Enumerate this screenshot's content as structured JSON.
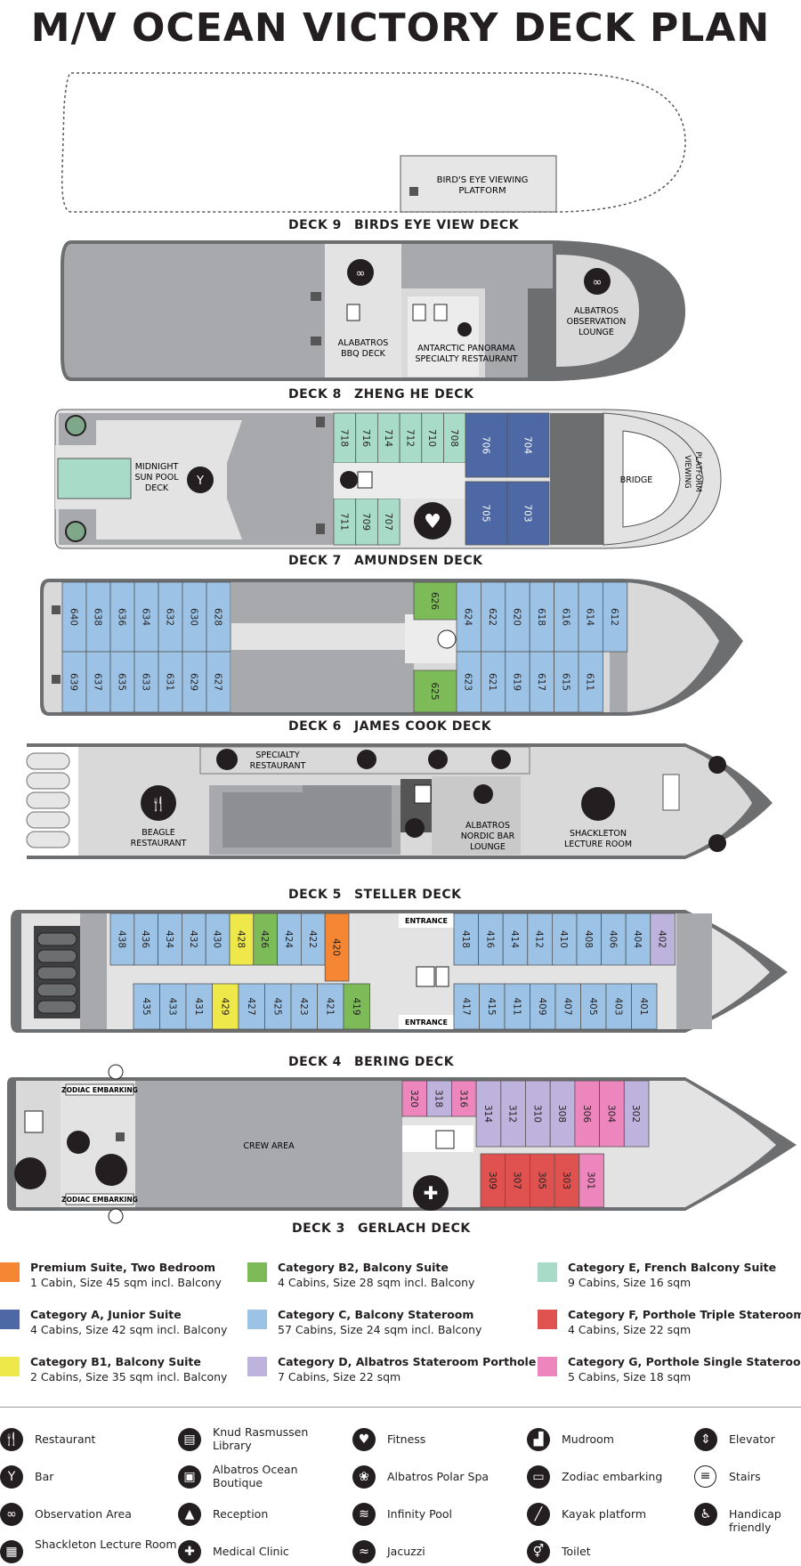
{
  "title": "M/V OCEAN VICTORY DECK PLAN",
  "decks": [
    {
      "num": "DECK 9",
      "name": "BIRDS EYE VIEW DECK"
    },
    {
      "num": "DECK 8",
      "name": "ZHENG HE DECK"
    },
    {
      "num": "DECK 7",
      "name": "AMUNDSEN DECK"
    },
    {
      "num": "DECK 6",
      "name": "JAMES COOK DECK"
    },
    {
      "num": "DECK 5",
      "name": "STELLER DECK"
    },
    {
      "num": "DECK 4",
      "name": "BERING DECK"
    },
    {
      "num": "DECK 3",
      "name": "GERLACH DECK"
    }
  ],
  "labels": {
    "birds_eye_1": "BIRD'S EYE VIEWING",
    "birds_eye_2": "PLATFORM",
    "bbq_1": "ALABATROS",
    "bbq_2": "BBQ DECK",
    "panorama_1": "ANTARCTIC PANORAMA",
    "panorama_2": "SPECIALTY RESTAURANT",
    "obs_1": "ALBATROS",
    "obs_2": "OBSERVATION",
    "obs_3": "LOUNGE",
    "pool_1": "MIDNIGHT",
    "pool_2": "SUN POOL",
    "pool_3": "DECK",
    "bridge": "BRIDGE",
    "viewing_1": "VIEWING",
    "viewing_2": "PLATFORM",
    "specialty_1": "SPECIALTY",
    "specialty_2": "RESTAURANT",
    "beagle_1": "BEAGLE",
    "beagle_2": "RESTAURANT",
    "nordic_1": "ALBATROS",
    "nordic_2": "NORDIC BAR",
    "nordic_3": "LOUNGE",
    "lecture_1": "SHACKLETON",
    "lecture_2": "LECTURE ROOM",
    "entrance": "ENTRANCE",
    "zodiac": "ZODIAC EMBARKING",
    "crew": "CREW AREA"
  },
  "cabins": {
    "d7_top": [
      "718",
      "716",
      "714",
      "712",
      "710",
      "708"
    ],
    "d7_bottom": [
      "711",
      "709",
      "707"
    ],
    "d7_suites_top": [
      "706",
      "704"
    ],
    "d7_suites_bottom": [
      "705",
      "703"
    ],
    "d6_aft_top": [
      "640",
      "638",
      "636",
      "634",
      "632",
      "630",
      "628"
    ],
    "d6_aft_bottom": [
      "639",
      "637",
      "635",
      "633",
      "631",
      "629",
      "627"
    ],
    "d6_mid_top": "626",
    "d6_mid_bottom": "625",
    "d6_fwd_top": [
      "624",
      "622",
      "620",
      "618",
      "616",
      "614",
      "612"
    ],
    "d6_fwd_bottom": [
      "623",
      "621",
      "619",
      "617",
      "615",
      "611"
    ],
    "d4_aft_top": [
      "438",
      "436",
      "434",
      "432",
      "430",
      "428",
      "426",
      "424",
      "422",
      "420"
    ],
    "d4_fwd_top": [
      "418",
      "416",
      "414",
      "412",
      "410",
      "408",
      "406",
      "404",
      "402"
    ],
    "d4_aft_bottom": [
      "435",
      "433",
      "431",
      "429",
      "427",
      "425",
      "423",
      "421",
      "419"
    ],
    "d4_fwd_bottom": [
      "417",
      "415",
      "411",
      "409",
      "407",
      "405",
      "403",
      "401"
    ],
    "d3_top": [
      "320",
      "318",
      "316",
      "314",
      "312",
      "310",
      "308",
      "306",
      "304",
      "302"
    ],
    "d3_bottom": [
      "309",
      "307",
      "305",
      "303",
      "301"
    ]
  },
  "legend": [
    {
      "title": "Premium Suite, Two Bedroom",
      "sub": "1 Cabin, Size 45 sqm incl. Balcony",
      "color": "#f58634"
    },
    {
      "title": "Category B2, Balcony Suite",
      "sub": "4 Cabins, Size 28 sqm incl. Balcony",
      "color": "#7dbb58"
    },
    {
      "title": "Category E, French Balcony Suite",
      "sub": "9 Cabins, Size 16 sqm",
      "color": "#a9dcc8"
    },
    {
      "title": "Category A, Junior Suite",
      "sub": "4 Cabins, Size 42 sqm incl. Balcony",
      "color": "#4d68a4"
    },
    {
      "title": "Category C, Balcony Stateroom",
      "sub": "57 Cabins, Size 24 sqm incl. Balcony",
      "color": "#9cc3e6"
    },
    {
      "title": "Category F,  Porthole Triple Stateroom",
      "sub": "4 Cabins, Size 22 sqm",
      "color": "#e0524f"
    },
    {
      "title": "Category B1, Balcony Suite",
      "sub": "2 Cabins, Size 35 sqm incl. Balcony",
      "color": "#eee84a"
    },
    {
      "title": "Category D, Albatros Stateroom Porthole",
      "sub": "7 Cabins, Size 22 sqm",
      "color": "#bdb3dc"
    },
    {
      "title": "Category G, Porthole Single Stateroom",
      "sub": "5 Cabins, Size 18 sqm",
      "color": "#ec86bd"
    }
  ],
  "icons": [
    {
      "label": "Restaurant",
      "icon": "restaurant-icon",
      "glyph": "🍴"
    },
    {
      "label": "Knud Rasmussen Library",
      "icon": "library-icon",
      "glyph": "▤"
    },
    {
      "label": "Fitness",
      "icon": "fitness-icon",
      "glyph": "♥"
    },
    {
      "label": "Mudroom",
      "icon": "mudroom-icon",
      "glyph": "▟"
    },
    {
      "label": "Elevator",
      "icon": "elevator-icon",
      "glyph": "⇕"
    },
    {
      "label": "Bar",
      "icon": "bar-icon",
      "glyph": "Y"
    },
    {
      "label": "Albatros Ocean Boutique",
      "icon": "boutique-icon",
      "glyph": "▣"
    },
    {
      "label": "Albatros Polar Spa",
      "icon": "spa-icon",
      "glyph": "❀"
    },
    {
      "label": "Zodiac embarking",
      "icon": "zodiac-icon",
      "glyph": "▭"
    },
    {
      "label": "Stairs",
      "icon": "stairs-icon",
      "glyph": "≡"
    },
    {
      "label": "Observation Area",
      "icon": "binoculars-icon",
      "glyph": "∞"
    },
    {
      "label": "Reception",
      "icon": "reception-icon",
      "glyph": "▲"
    },
    {
      "label": "Infinity Pool",
      "icon": "pool-icon",
      "glyph": "≋"
    },
    {
      "label": "Kayak platform",
      "icon": "kayak-icon",
      "glyph": "╱"
    },
    {
      "label": "Handicap friendly",
      "icon": "handicap-icon",
      "glyph": "♿"
    },
    {
      "label": "Shackleton Lecture Room",
      "icon": "lecture-icon",
      "glyph": "▦"
    },
    {
      "label": "Medical Clinic",
      "icon": "medical-icon",
      "glyph": "✚"
    },
    {
      "label": "Jacuzzi",
      "icon": "jacuzzi-icon",
      "glyph": "≈"
    },
    {
      "label": "Toilet",
      "icon": "toilet-icon",
      "glyph": "⚥"
    }
  ],
  "colors": {
    "grey_dark": "#6d6e70",
    "grey_mid": "#a7a9ac",
    "grey_light": "#d9d9d9",
    "hull_light": "#ececec"
  }
}
